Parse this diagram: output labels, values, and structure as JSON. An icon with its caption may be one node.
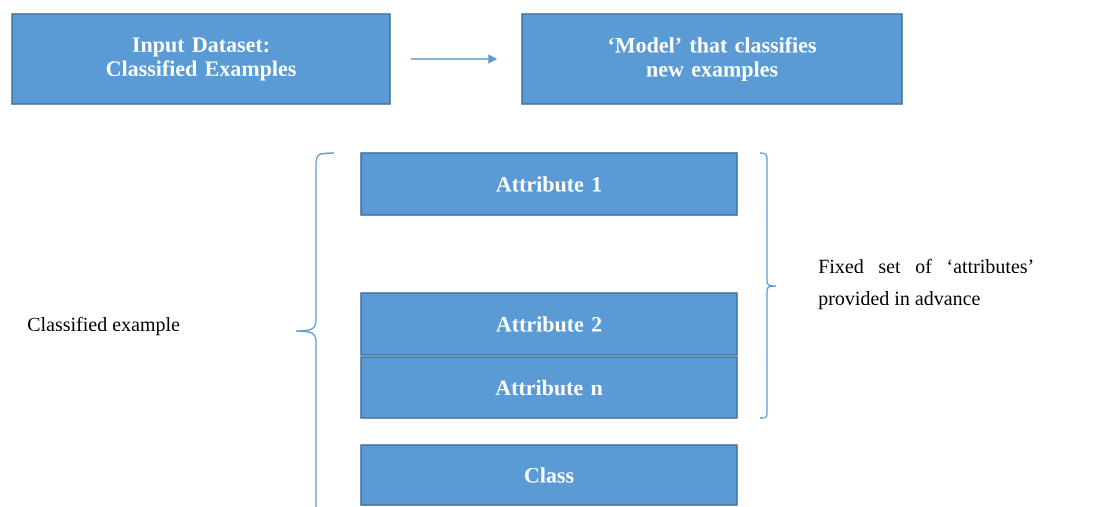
{
  "diagram": {
    "nodes": [
      {
        "text": [
          "Input Dataset: Classified Examples"
        ]
      },
      {
        "text": [
          "‘Model’ that classifies new examples"
        ]
      },
      {
        "text": [
          "Attribute 1"
        ]
      },
      {
        "text": [
          "Attribute 2"
        ]
      },
      {
        "text": [
          "Attribute n"
        ]
      },
      {
        "text": [
          "Class"
        ]
      }
    ],
    "edges": [
      {
        "from": 0,
        "to": 1,
        "arrow": "to"
      }
    ],
    "labels": [
      "Classified example",
      "Fixed set of ‘attributes’ provided in advance"
    ]
  }
}
